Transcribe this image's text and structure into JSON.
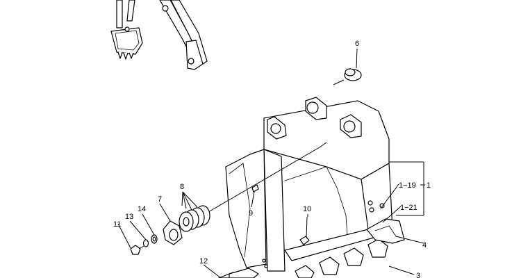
{
  "diagram": {
    "callouts": [
      {
        "id": "c6",
        "text": "6"
      },
      {
        "id": "c8",
        "text": "8"
      },
      {
        "id": "c7",
        "text": "7"
      },
      {
        "id": "c14",
        "text": "14"
      },
      {
        "id": "c13",
        "text": "13"
      },
      {
        "id": "c11",
        "text": "11"
      },
      {
        "id": "c9",
        "text": "9"
      },
      {
        "id": "c10",
        "text": "10"
      },
      {
        "id": "c12",
        "text": "12"
      },
      {
        "id": "c1_19",
        "text": "1−19"
      },
      {
        "id": "c1",
        "text": "1"
      },
      {
        "id": "c1_21",
        "text": "1−21"
      },
      {
        "id": "c4",
        "text": "4"
      },
      {
        "id": "c3",
        "text": "3"
      }
    ]
  }
}
